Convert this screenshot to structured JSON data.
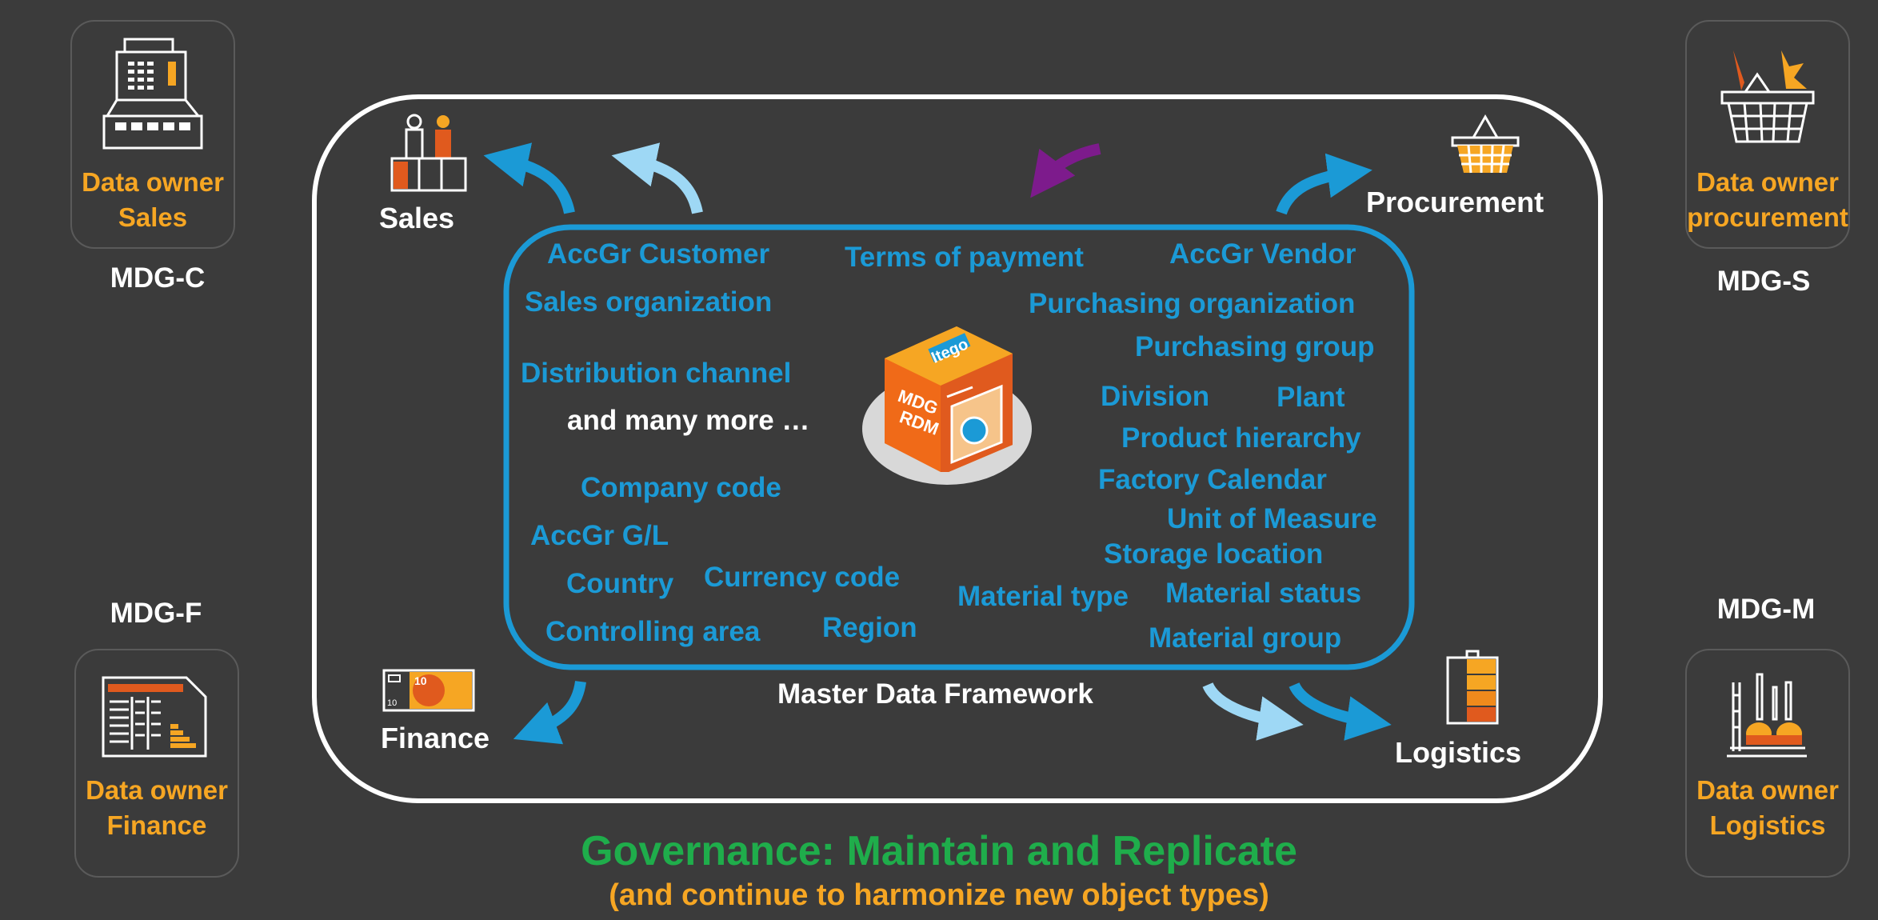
{
  "owners": {
    "sales": {
      "line1": "Data owner",
      "line2": "Sales",
      "module": "MDG-C",
      "icon": "cash-register-icon"
    },
    "procurement": {
      "line1": "Data owner",
      "line2": "procurement",
      "module": "MDG-S",
      "icon": "shopping-basket-icon"
    },
    "finance": {
      "line1": "Data owner",
      "line2": "Finance",
      "module": "MDG-F",
      "icon": "financial-document-icon"
    },
    "logistics": {
      "line1": "Data owner",
      "line2": "Logistics",
      "module": "MDG-M",
      "icon": "factory-plant-icon"
    }
  },
  "areas": {
    "sales": "Sales",
    "procurement": "Procurement",
    "finance": "Finance",
    "logistics": "Logistics"
  },
  "center": {
    "badge": "Itego",
    "label_line1": "MDG",
    "label_line2": "RDM"
  },
  "terms": {
    "accgr_customer": "AccGr Customer",
    "terms_of_payment": "Terms of payment",
    "accgr_vendor": "AccGr Vendor",
    "sales_organization": "Sales organization",
    "purchasing_organization": "Purchasing organization",
    "purchasing_group": "Purchasing group",
    "distribution_channel": "Distribution channel",
    "and_many_more": "and many more …",
    "division": "Division",
    "plant": "Plant",
    "product_hierarchy": "Product hierarchy",
    "factory_calendar": "Factory Calendar",
    "company_code": "Company code",
    "unit_of_measure": "Unit of Measure",
    "accgr_gl": "AccGr G/L",
    "storage_location": "Storage location",
    "country": "Country",
    "currency_code": "Currency code",
    "material_type": "Material type",
    "material_status": "Material status",
    "controlling_area": "Controlling area",
    "region": "Region",
    "material_group": "Material group"
  },
  "framework_label": "Master Data Framework",
  "governance": {
    "title": "Governance: Maintain and Replicate",
    "subtitle": "(and continue to harmonize new object types)"
  },
  "colors": {
    "background": "#3b3b3b",
    "blue": "#1b9ad6",
    "light_blue": "#9ed8f5",
    "purple": "#7d1b8c",
    "orange": "#f6a623",
    "green": "#1fad4b"
  }
}
